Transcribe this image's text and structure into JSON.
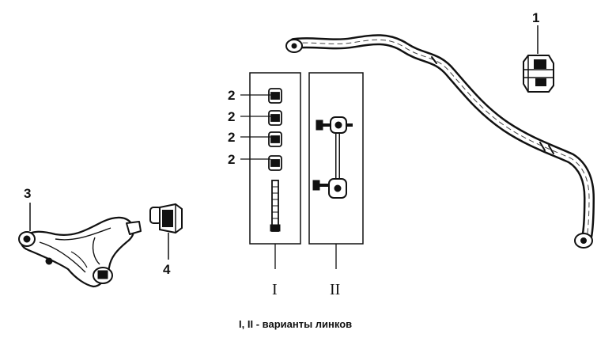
{
  "callouts": {
    "stabilizer_bushing": "1",
    "link_nut_a": "2",
    "link_nut_b": "2",
    "link_nut_c": "2",
    "link_nut_d": "2",
    "lower_arm": "3",
    "arm_bushing": "4"
  },
  "variants": {
    "variant_one": "I",
    "variant_two": "II"
  },
  "caption": {
    "roman": "I, II",
    "dash": "-",
    "text": "варианты линков"
  }
}
